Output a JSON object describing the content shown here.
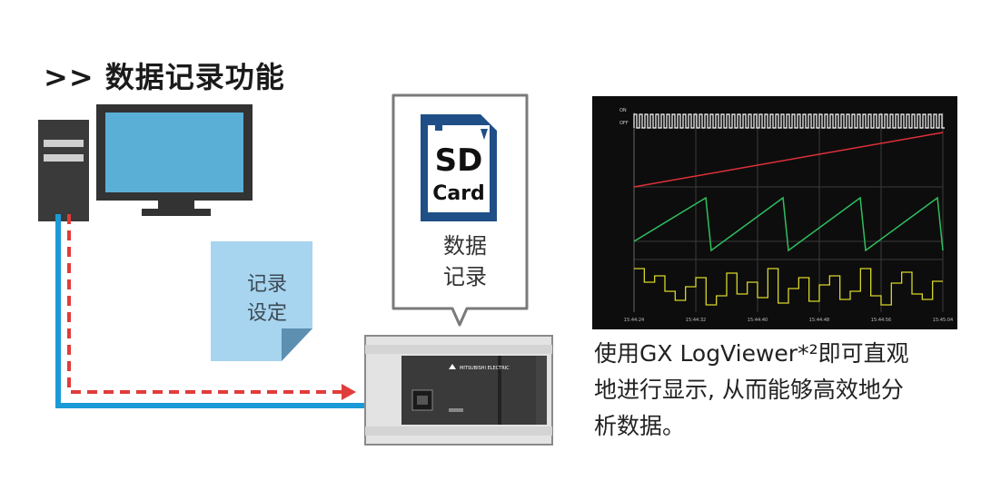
{
  "title": ">> 数据记录功能",
  "document_label": [
    "记录",
    "设定"
  ],
  "sd_card": {
    "line1": "SD",
    "line2": "Card"
  },
  "bubble_label": [
    "数据",
    "记录"
  ],
  "plc": {
    "brand": "MITSUBISHI ELECTRIC"
  },
  "caption": [
    "使用GX LogViewer*²即可直观",
    "地进行显示, 从而能够高效地分",
    "析数据。"
  ],
  "chart_data": {
    "type": "line",
    "series_labels": [
      "ON",
      "OFF"
    ],
    "x_ticks": [
      "15:44:24",
      "15:44:32",
      "15:44:40",
      "15:44:48",
      "15:44:56",
      "15:45:04"
    ],
    "colors": {
      "pulse": "#ffffff",
      "ramp": "#e0303a",
      "saw": "#2fbf5f",
      "noise": "#d8d62a"
    }
  },
  "colors": {
    "blue_line": "#1a9bd7",
    "red_dash": "#e23b3b",
    "monitor": "#333333",
    "doc": "#a7d4ef"
  }
}
